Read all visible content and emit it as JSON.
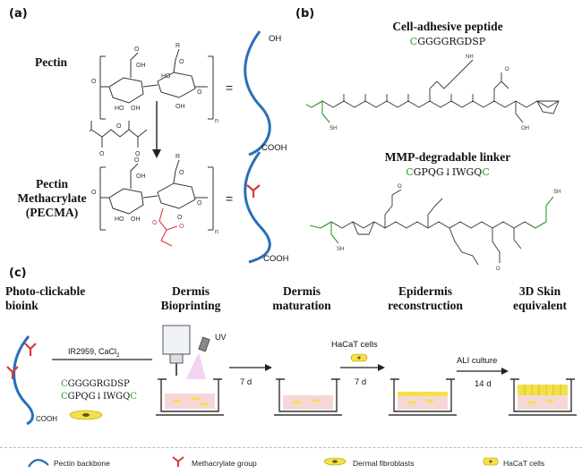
{
  "panel_a": {
    "label": "(a)",
    "pectin_label": "Pectin",
    "pecma_label_line1": "Pectin",
    "pecma_label_line2": "Methacrylate",
    "pecma_label_line3": "(PECMA)",
    "oh": "OH",
    "cooh": "COOH",
    "equals": "="
  },
  "panel_b": {
    "label": "(b)",
    "peptide_title": "Cell-adhesive peptide",
    "peptide_seq_first": "C",
    "peptide_seq_rest": "GGGGRGDSP",
    "linker_title": "MMP-degradable linker",
    "linker_seq_first": "C",
    "linker_seq_mid": "GPQG↓IWGQ",
    "linker_seq_last": "C"
  },
  "panel_c": {
    "label": "(c)",
    "steps": [
      {
        "line1": "Photo-clickable",
        "line2": "bioink"
      },
      {
        "line1": "Dermis",
        "line2": "Bioprinting"
      },
      {
        "line1": "Dermis",
        "line2": "maturation"
      },
      {
        "line1": "Epidermis",
        "line2": "reconstruction"
      },
      {
        "line1": "3D Skin",
        "line2": "equivalent"
      }
    ],
    "reagent": "IR2959, CaCl",
    "reagent_sub": "2",
    "seq1_first": "C",
    "seq1_rest": "GGGGRGDSP",
    "seq2_first": "C",
    "seq2_mid": "GPQG↓IWGQ",
    "seq2_last": "C",
    "cooh": "COOH",
    "uv": "UV",
    "arrow1": "7 d",
    "hacat": "HaCaT cells",
    "arrow2": "7 d",
    "ali": "ALI culture",
    "arrow3": "14 d"
  },
  "legend": {
    "items": [
      "Pectin backbone",
      "Methacrylate group",
      "Dermal fibroblasts",
      "HaCaT cells"
    ]
  },
  "colors": {
    "backbone": "#2a6fb5",
    "methacrylate": "#d63a3a",
    "green": "#2ca02c",
    "fibroblast": "#f3e14a",
    "hydrogel": "#f6d7d7"
  }
}
